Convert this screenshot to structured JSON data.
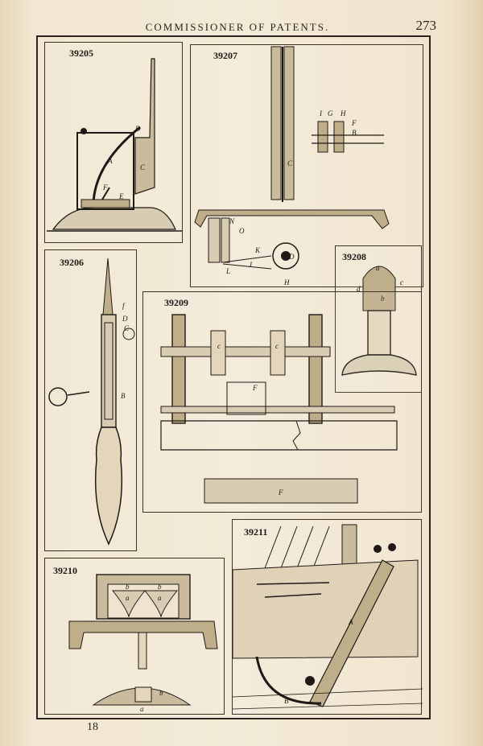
{
  "header": {
    "title": "COMMISSIONER OF PATENTS.",
    "page_number": "273"
  },
  "footer": {
    "signature": "18"
  },
  "figures": [
    {
      "number": "39205",
      "labels": [
        "D",
        "A",
        "C",
        "F",
        "E"
      ]
    },
    {
      "number": "39207",
      "labels": [
        "I",
        "G",
        "H",
        "F",
        "B",
        "C",
        "N",
        "O",
        "K",
        "L",
        "J",
        "H",
        "D"
      ]
    },
    {
      "number": "39206",
      "labels": [
        "f",
        "D",
        "C",
        "B"
      ]
    },
    {
      "number": "39208",
      "labels": [
        "a",
        "c",
        "d",
        "b"
      ]
    },
    {
      "number": "39209",
      "labels": [
        "c",
        "c",
        "F",
        "F"
      ]
    },
    {
      "number": "39210",
      "labels": [
        "b",
        "a",
        "b",
        "a",
        "b",
        "a"
      ]
    },
    {
      "number": "39211",
      "labels": [
        "A",
        "B"
      ]
    }
  ],
  "colors": {
    "paper": "#f1e7d2",
    "ink": "#1f1a15"
  }
}
